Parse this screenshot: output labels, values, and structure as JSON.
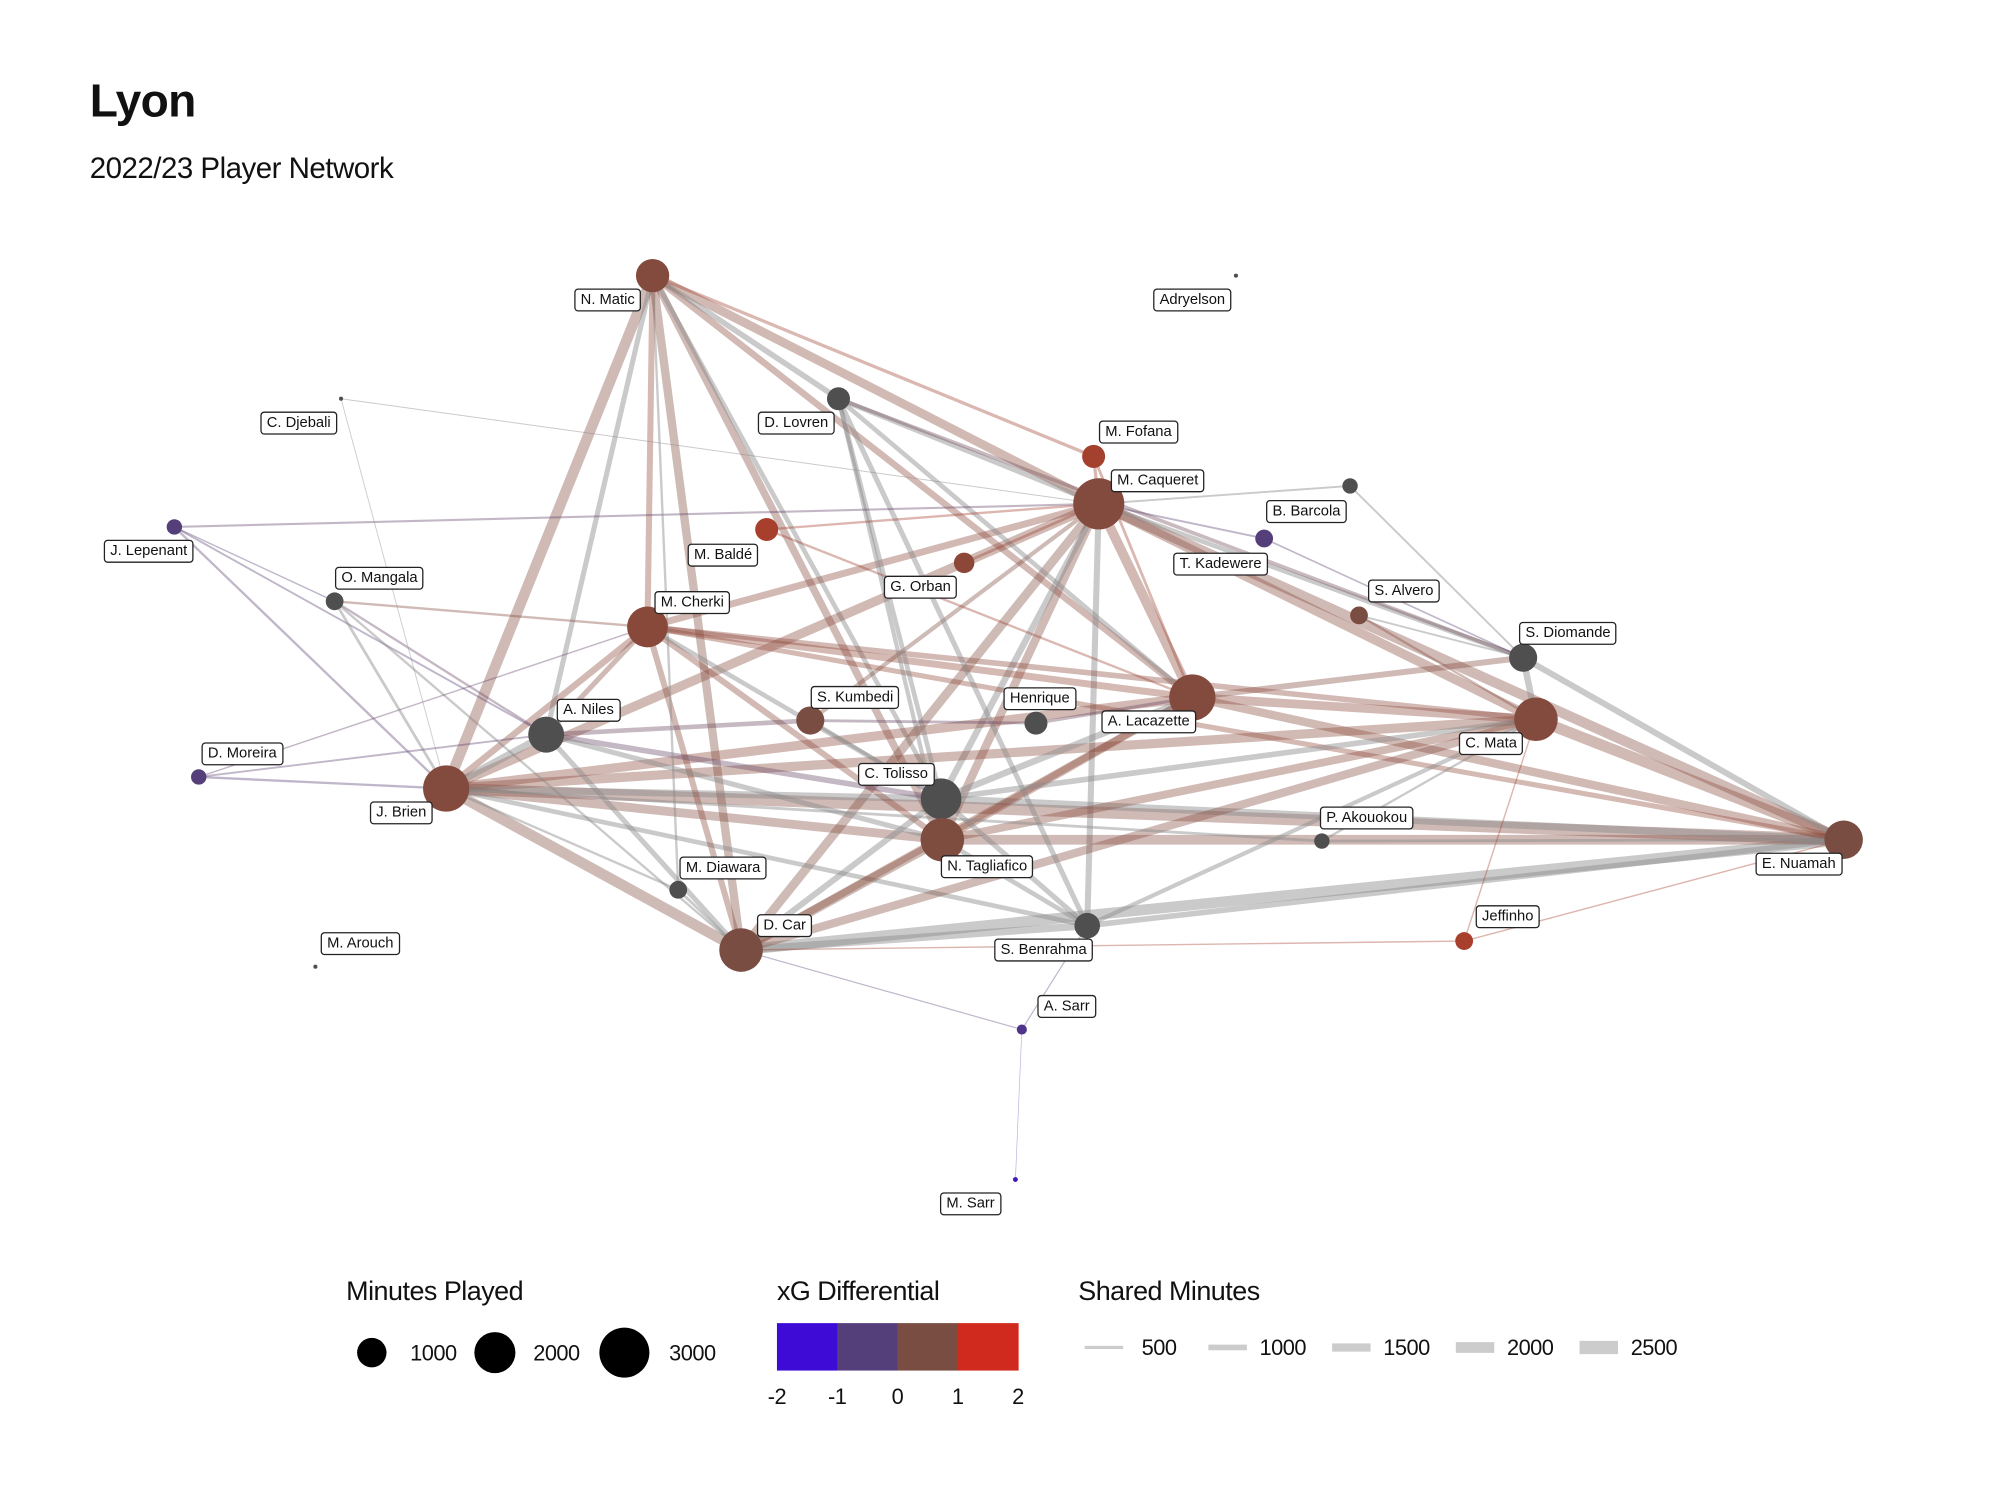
{
  "title": "Lyon",
  "subtitle": "2022/23 Player Network",
  "chart_data": {
    "type": "network",
    "title": "Lyon",
    "subtitle": "2022/23 Player Network",
    "nodes": [
      {
        "name": "N. Matic",
        "minutes": 1400,
        "xg": 0.2
      },
      {
        "name": "Adryelson",
        "minutes": 20,
        "xg": null
      },
      {
        "name": "C. Djebali",
        "minutes": 20,
        "xg": null
      },
      {
        "name": "D. Lovren",
        "minutes": 670,
        "xg": null
      },
      {
        "name": "M. Fofana",
        "minutes": 670,
        "xg": 0.9
      },
      {
        "name": "M. Caqueret",
        "minutes": 3300,
        "xg": 0.2
      },
      {
        "name": "B. Barcola",
        "minutes": 300,
        "xg": null
      },
      {
        "name": "T. Kadewere",
        "minutes": 400,
        "xg": -1.0
      },
      {
        "name": "J. Lepenant",
        "minutes": 300,
        "xg": -1.0
      },
      {
        "name": "M. Baldé",
        "minutes": 670,
        "xg": 1.0
      },
      {
        "name": "G. Orban",
        "minutes": 530,
        "xg": 0.4
      },
      {
        "name": "O. Mangala",
        "minutes": 400,
        "xg": null
      },
      {
        "name": "M. Cherki",
        "minutes": 2100,
        "xg": 0.3
      },
      {
        "name": "S. Alvero",
        "minutes": 400,
        "xg": 0.0
      },
      {
        "name": "S. Diomande",
        "minutes": 1000,
        "xg": null
      },
      {
        "name": "S. Kumbedi",
        "minutes": 1000,
        "xg": 0.0
      },
      {
        "name": "Henrique",
        "minutes": 670,
        "xg": null
      },
      {
        "name": "A. Lacazette",
        "minutes": 2700,
        "xg": 0.2
      },
      {
        "name": "C. Mata",
        "minutes": 2400,
        "xg": 0.2
      },
      {
        "name": "A. Niles",
        "minutes": 1630,
        "xg": null
      },
      {
        "name": "D. Moreira",
        "minutes": 300,
        "xg": -1.0
      },
      {
        "name": "J. Brien",
        "minutes": 2700,
        "xg": 0.2
      },
      {
        "name": "C. Tolisso",
        "minutes": 2100,
        "xg": null
      },
      {
        "name": "P. Akouokou",
        "minutes": 300,
        "xg": null
      },
      {
        "name": "E. Nuamah",
        "minutes": 1870,
        "xg": 0.0
      },
      {
        "name": "N. Tagliafico",
        "minutes": 2400,
        "xg": 0.1
      },
      {
        "name": "M. Diawara",
        "minutes": 400,
        "xg": null
      },
      {
        "name": "D. Car",
        "minutes": 2400,
        "xg": 0.0
      },
      {
        "name": "S. Benrahma",
        "minutes": 830,
        "xg": null
      },
      {
        "name": "Jeffinho",
        "minutes": 400,
        "xg": 1.0
      },
      {
        "name": "M. Arouch",
        "minutes": 20,
        "xg": null
      },
      {
        "name": "A. Sarr",
        "minutes": 130,
        "xg": -1.2
      },
      {
        "name": "M. Sarr",
        "minutes": 30,
        "xg": -1.8
      }
    ],
    "edges": [
      [
        0,
        5,
        1800,
        0.3
      ],
      [
        0,
        21,
        2200,
        0.2
      ],
      [
        0,
        27,
        1700,
        0.1
      ],
      [
        0,
        12,
        1200,
        0.5
      ],
      [
        0,
        17,
        1300,
        0.4
      ],
      [
        0,
        25,
        1500,
        0.2
      ],
      [
        0,
        22,
        900,
        null
      ],
      [
        0,
        3,
        1100,
        null
      ],
      [
        0,
        4,
        600,
        0.8
      ],
      [
        0,
        19,
        1000,
        null
      ],
      [
        5,
        17,
        2000,
        0.4
      ],
      [
        5,
        18,
        1900,
        0.3
      ],
      [
        5,
        24,
        2100,
        0.2
      ],
      [
        5,
        21,
        1900,
        0.3
      ],
      [
        5,
        27,
        1800,
        0.1
      ],
      [
        5,
        25,
        1700,
        0.2
      ],
      [
        5,
        22,
        1300,
        null
      ],
      [
        5,
        12,
        1400,
        0.4
      ],
      [
        5,
        3,
        1000,
        null
      ],
      [
        5,
        14,
        900,
        null
      ],
      [
        5,
        28,
        1200,
        null
      ],
      [
        5,
        15,
        800,
        0.1
      ],
      [
        21,
        24,
        2400,
        0.2
      ],
      [
        21,
        27,
        2200,
        0.1
      ],
      [
        21,
        25,
        1800,
        0.2
      ],
      [
        21,
        17,
        1900,
        0.4
      ],
      [
        21,
        18,
        1900,
        0.3
      ],
      [
        21,
        22,
        1400,
        null
      ],
      [
        21,
        12,
        1300,
        0.4
      ],
      [
        21,
        19,
        1500,
        null
      ],
      [
        21,
        28,
        900,
        null
      ],
      [
        24,
        18,
        2300,
        0.3
      ],
      [
        24,
        17,
        1700,
        0.3
      ],
      [
        24,
        27,
        2200,
        null
      ],
      [
        24,
        25,
        2000,
        0.2
      ],
      [
        24,
        22,
        1500,
        null
      ],
      [
        24,
        28,
        1100,
        null
      ],
      [
        24,
        14,
        1200,
        null
      ],
      [
        24,
        12,
        1000,
        0.5
      ],
      [
        27,
        25,
        1800,
        0.1
      ],
      [
        27,
        28,
        1500,
        null
      ],
      [
        27,
        17,
        1500,
        0.3
      ],
      [
        27,
        18,
        1700,
        0.2
      ],
      [
        27,
        22,
        1200,
        null
      ],
      [
        27,
        12,
        1200,
        0.3
      ],
      [
        27,
        19,
        1000,
        null
      ],
      [
        17,
        18,
        1800,
        0.4
      ],
      [
        17,
        25,
        1600,
        0.3
      ],
      [
        17,
        12,
        1400,
        0.5
      ],
      [
        17,
        14,
        1200,
        0.2
      ],
      [
        17,
        22,
        1300,
        null
      ],
      [
        18,
        25,
        1600,
        0.3
      ],
      [
        18,
        14,
        1300,
        null
      ],
      [
        18,
        22,
        1100,
        null
      ],
      [
        18,
        12,
        1100,
        0.4
      ],
      [
        12,
        25,
        1200,
        0.4
      ],
      [
        12,
        19,
        1000,
        0.2
      ],
      [
        12,
        22,
        900,
        null
      ],
      [
        19,
        22,
        1100,
        -0.6
      ],
      [
        19,
        15,
        900,
        -0.5
      ],
      [
        19,
        25,
        1000,
        null
      ],
      [
        3,
        22,
        900,
        null
      ],
      [
        3,
        28,
        1000,
        null
      ],
      [
        3,
        17,
        900,
        null
      ],
      [
        3,
        14,
        700,
        -0.3
      ],
      [
        3,
        25,
        800,
        null
      ],
      [
        28,
        22,
        1000,
        null
      ],
      [
        28,
        25,
        900,
        null
      ],
      [
        28,
        18,
        800,
        null
      ],
      [
        15,
        22,
        700,
        null
      ],
      [
        15,
        16,
        500,
        -0.6
      ],
      [
        16,
        17,
        600,
        -0.5
      ],
      [
        10,
        5,
        500,
        0.6
      ],
      [
        9,
        5,
        400,
        0.9
      ],
      [
        9,
        17,
        400,
        0.8
      ],
      [
        4,
        5,
        600,
        0.7
      ],
      [
        4,
        17,
        500,
        0.8
      ],
      [
        8,
        19,
        300,
        -0.9
      ],
      [
        8,
        21,
        400,
        -0.8
      ],
      [
        8,
        5,
        350,
        -0.7
      ],
      [
        8,
        11,
        200,
        -0.9
      ],
      [
        11,
        21,
        500,
        null
      ],
      [
        11,
        27,
        400,
        null
      ],
      [
        11,
        12,
        400,
        0.2
      ],
      [
        11,
        19,
        400,
        -0.6
      ],
      [
        20,
        21,
        400,
        -0.9
      ],
      [
        20,
        19,
        300,
        -0.8
      ],
      [
        20,
        12,
        200,
        -0.7
      ],
      [
        2,
        5,
        100,
        null
      ],
      [
        2,
        21,
        80,
        null
      ],
      [
        13,
        18,
        400,
        0.2
      ],
      [
        13,
        14,
        300,
        null
      ],
      [
        6,
        14,
        300,
        null
      ],
      [
        6,
        5,
        300,
        null
      ],
      [
        7,
        5,
        300,
        -0.9
      ],
      [
        7,
        14,
        250,
        -0.8
      ],
      [
        23,
        24,
        500,
        null
      ],
      [
        23,
        21,
        500,
        null
      ],
      [
        23,
        18,
        400,
        null
      ],
      [
        29,
        24,
        200,
        1.0
      ],
      [
        29,
        18,
        200,
        1.0
      ],
      [
        29,
        27,
        200,
        0.9
      ],
      [
        31,
        27,
        150,
        -0.9
      ],
      [
        31,
        28,
        150,
        -0.9
      ],
      [
        32,
        31,
        30,
        -1.5
      ],
      [
        26,
        21,
        400,
        null
      ],
      [
        26,
        27,
        500,
        null
      ],
      [
        26,
        0,
        400,
        null
      ]
    ],
    "legends": {
      "size": {
        "title": "Minutes Played",
        "values": [
          1000,
          2000,
          3000
        ]
      },
      "color": {
        "title": "xG Differential",
        "ticks": [
          -2,
          -1,
          0,
          1,
          2
        ],
        "colors": [
          "#3d0ad6",
          "#553f7a",
          "#7a4d42",
          "#d02a1e"
        ]
      },
      "width": {
        "title": "Shared Minutes",
        "values": [
          500,
          1000,
          1500,
          2000,
          2500
        ]
      }
    },
    "colors": {
      "na": "#4f4f4f",
      "legend_line": "#cccccc"
    }
  }
}
